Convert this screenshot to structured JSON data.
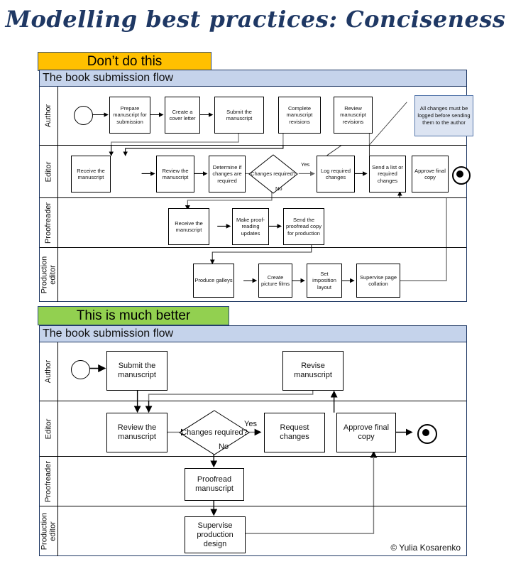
{
  "title": "Modelling best practices: Conciseness",
  "banners": {
    "bad": "Don’t do this",
    "good": "This is much better"
  },
  "copyright": "© Yulia Kosarenko",
  "colors": {
    "title": "#1F3864",
    "bad_banner": "#FFC000",
    "good_banner": "#92D050",
    "pool_header": "#C5D3EB",
    "pool_border": "#1F3864",
    "note_fill": "#DCE4F2",
    "note_border": "#5577AA"
  },
  "diagram_bad": {
    "pool_title": "The book submission flow",
    "lanes": [
      {
        "label": "Author"
      },
      {
        "label": "Editor"
      },
      {
        "label": "Proofreader"
      },
      {
        "label": "Production\neditor"
      }
    ],
    "author": {
      "start_event": "start-event",
      "tasks": [
        "Prepare manuscript for submission",
        "Create a cover letter",
        "Submit the manuscript",
        "Complete manuscript revisions",
        "Review manuscript revisions"
      ],
      "note": "All changes must be logged before sending them to the author"
    },
    "editor": {
      "tasks_before": [
        "Receive the manuscript",
        "Review the manuscript",
        "Determine if changes are required"
      ],
      "gateway": "Changes required?",
      "gateway_yes": "Yes",
      "gateway_no": "No",
      "tasks_after": [
        "Log required changes",
        "Send a list or required changes",
        "Approve final copy"
      ],
      "end_event": "end-event"
    },
    "proofreader": {
      "tasks": [
        "Receive the manuscript",
        "Make proof-reading updates",
        "Send the proofread copy for production"
      ]
    },
    "production_editor": {
      "tasks": [
        "Produce galleys",
        "Create picture films",
        "Set imposition layout",
        "Supervise page collation"
      ]
    }
  },
  "diagram_good": {
    "pool_title": "The book submission flow",
    "lanes": [
      {
        "label": "Author"
      },
      {
        "label": "Editor"
      },
      {
        "label": "Proofreader"
      },
      {
        "label": "Production\neditor"
      }
    ],
    "author": {
      "start_event": "start-event",
      "tasks": [
        "Submit the manuscript",
        "Revise manuscript"
      ]
    },
    "editor": {
      "task_review": "Review the manuscript",
      "gateway": "Changes required?",
      "gateway_yes": "Yes",
      "gateway_no": "No",
      "task_request": "Request changes",
      "task_approve": "Approve final copy",
      "end_event": "end-event"
    },
    "proofreader": {
      "task": "Proofread manuscript"
    },
    "production_editor": {
      "task": "Supervise production design"
    }
  }
}
